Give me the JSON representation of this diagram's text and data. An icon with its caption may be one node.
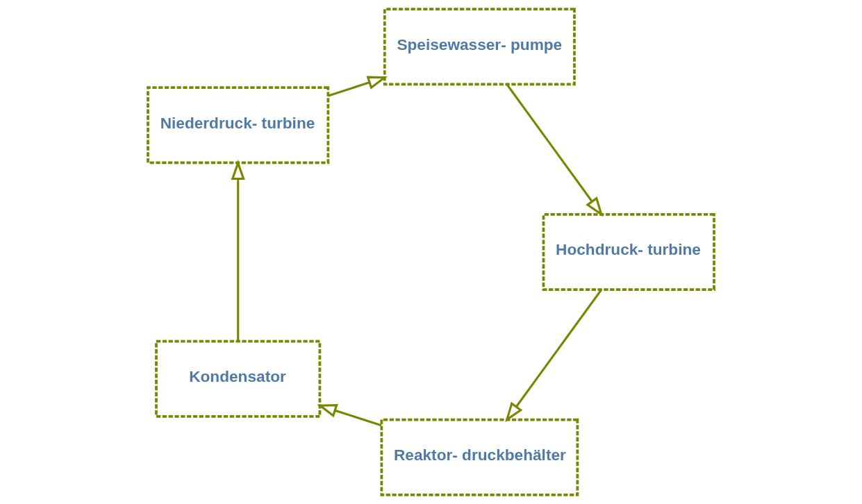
{
  "diagram": {
    "nodes": [
      {
        "text": [
          "Reaktor- druckbehälter"
        ]
      },
      {
        "text": [
          "Kondensator"
        ]
      },
      {
        "text": [
          "Niederdruck- turbine"
        ]
      },
      {
        "text": [
          "Speisewasser- pumpe"
        ]
      },
      {
        "text": [
          "Hochdruck- turbine"
        ]
      }
    ],
    "edges": [
      {
        "from": 0,
        "to": 1,
        "arrow": "to"
      },
      {
        "from": 1,
        "to": 2,
        "arrow": "to"
      },
      {
        "from": 2,
        "to": 3,
        "arrow": "to"
      },
      {
        "from": 3,
        "to": 4,
        "arrow": "to"
      },
      {
        "from": 4,
        "to": 0,
        "arrow": "to"
      }
    ]
  }
}
